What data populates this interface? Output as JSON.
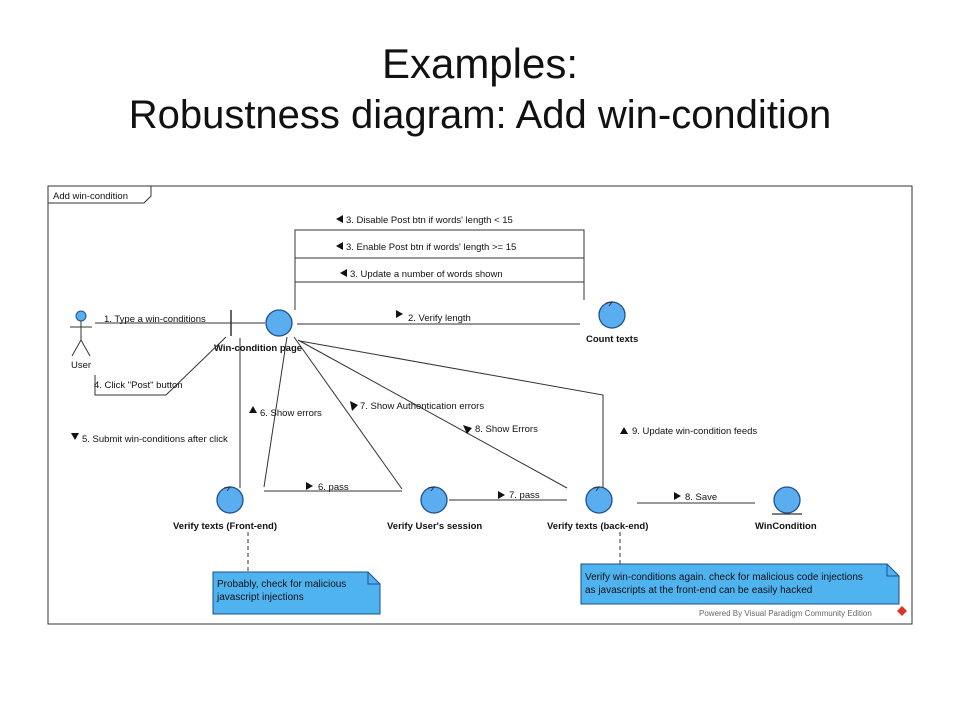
{
  "slide": {
    "title_line1": "Examples:",
    "title_line2": "Robustness  diagram: Add win-condition"
  },
  "diagram": {
    "frame_label": "Add win-condition",
    "actor": "User",
    "boundary": "Win-condition page",
    "controls": {
      "count_texts": "Count texts",
      "verify_front": "Verify texts (Front-end)",
      "verify_session": "Verify User's session",
      "verify_back": "Verify texts (back-end)"
    },
    "entity": "WinCondition",
    "messages": {
      "m1": "1. Type a win-conditions",
      "m2": "2. Verify length",
      "m3a": "3. Disable Post btn if words' length < 15",
      "m3b": "3. Enable Post btn if words' length >= 15",
      "m3c": "3. Update a number of words shown",
      "m4": "4. Click \"Post\" button",
      "m5": "5. Submit win-conditions after click",
      "m6a": "6. Show errors",
      "m6b": "6. pass",
      "m7a": "7. Show Authentication errors",
      "m7b": "7. pass",
      "m8a": "8. Show Errors",
      "m8b": "8. Save",
      "m9": "9. Update win-condition feeds"
    },
    "notes": {
      "front_line1": "Probably, check for malicious",
      "front_line2": "javascript injections",
      "back_line1": "Verify win-conditions again. check for malicious code injections",
      "back_line2": "as javascripts at the front-end can be easily hacked"
    },
    "footer": "Powered By Visual Paradigm Community Edition",
    "colors": {
      "element_fill": "#5aaef0",
      "note_fill": "#4fb3f0",
      "frame_stroke": "#333333"
    }
  }
}
